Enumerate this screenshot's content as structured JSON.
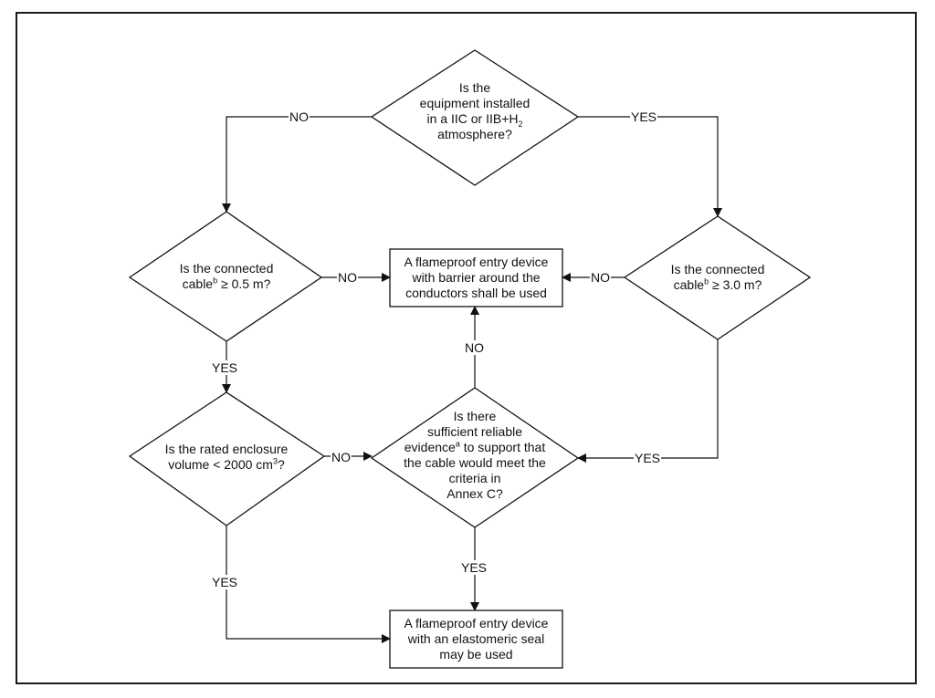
{
  "diagram": {
    "q_atmosphere": [
      "Is the",
      "equipment installed",
      "in a IIC or IIB+H",
      "2",
      "atmosphere?"
    ],
    "q_cable_short": [
      "Is the connected",
      "cable",
      "b",
      " ≥ 0.5 m?"
    ],
    "q_cable_long": [
      "Is the connected",
      "cable",
      "b",
      " ≥ 3.0 m?"
    ],
    "q_volume": [
      "Is the rated enclosure",
      "volume < 2000 cm",
      "3",
      "?"
    ],
    "q_evidence": [
      "Is there",
      "sufficient reliable",
      "evidence",
      "a",
      " to support that",
      "the cable would meet the",
      "criteria in",
      "Annex C?"
    ],
    "box_barrier": [
      "A flameproof entry device",
      "with barrier around the",
      "conductors shall be used"
    ],
    "box_seal": [
      "A flameproof entry device",
      "with an elastomeric seal",
      "may be used"
    ],
    "labels": {
      "no": "NO",
      "yes": "YES"
    }
  }
}
